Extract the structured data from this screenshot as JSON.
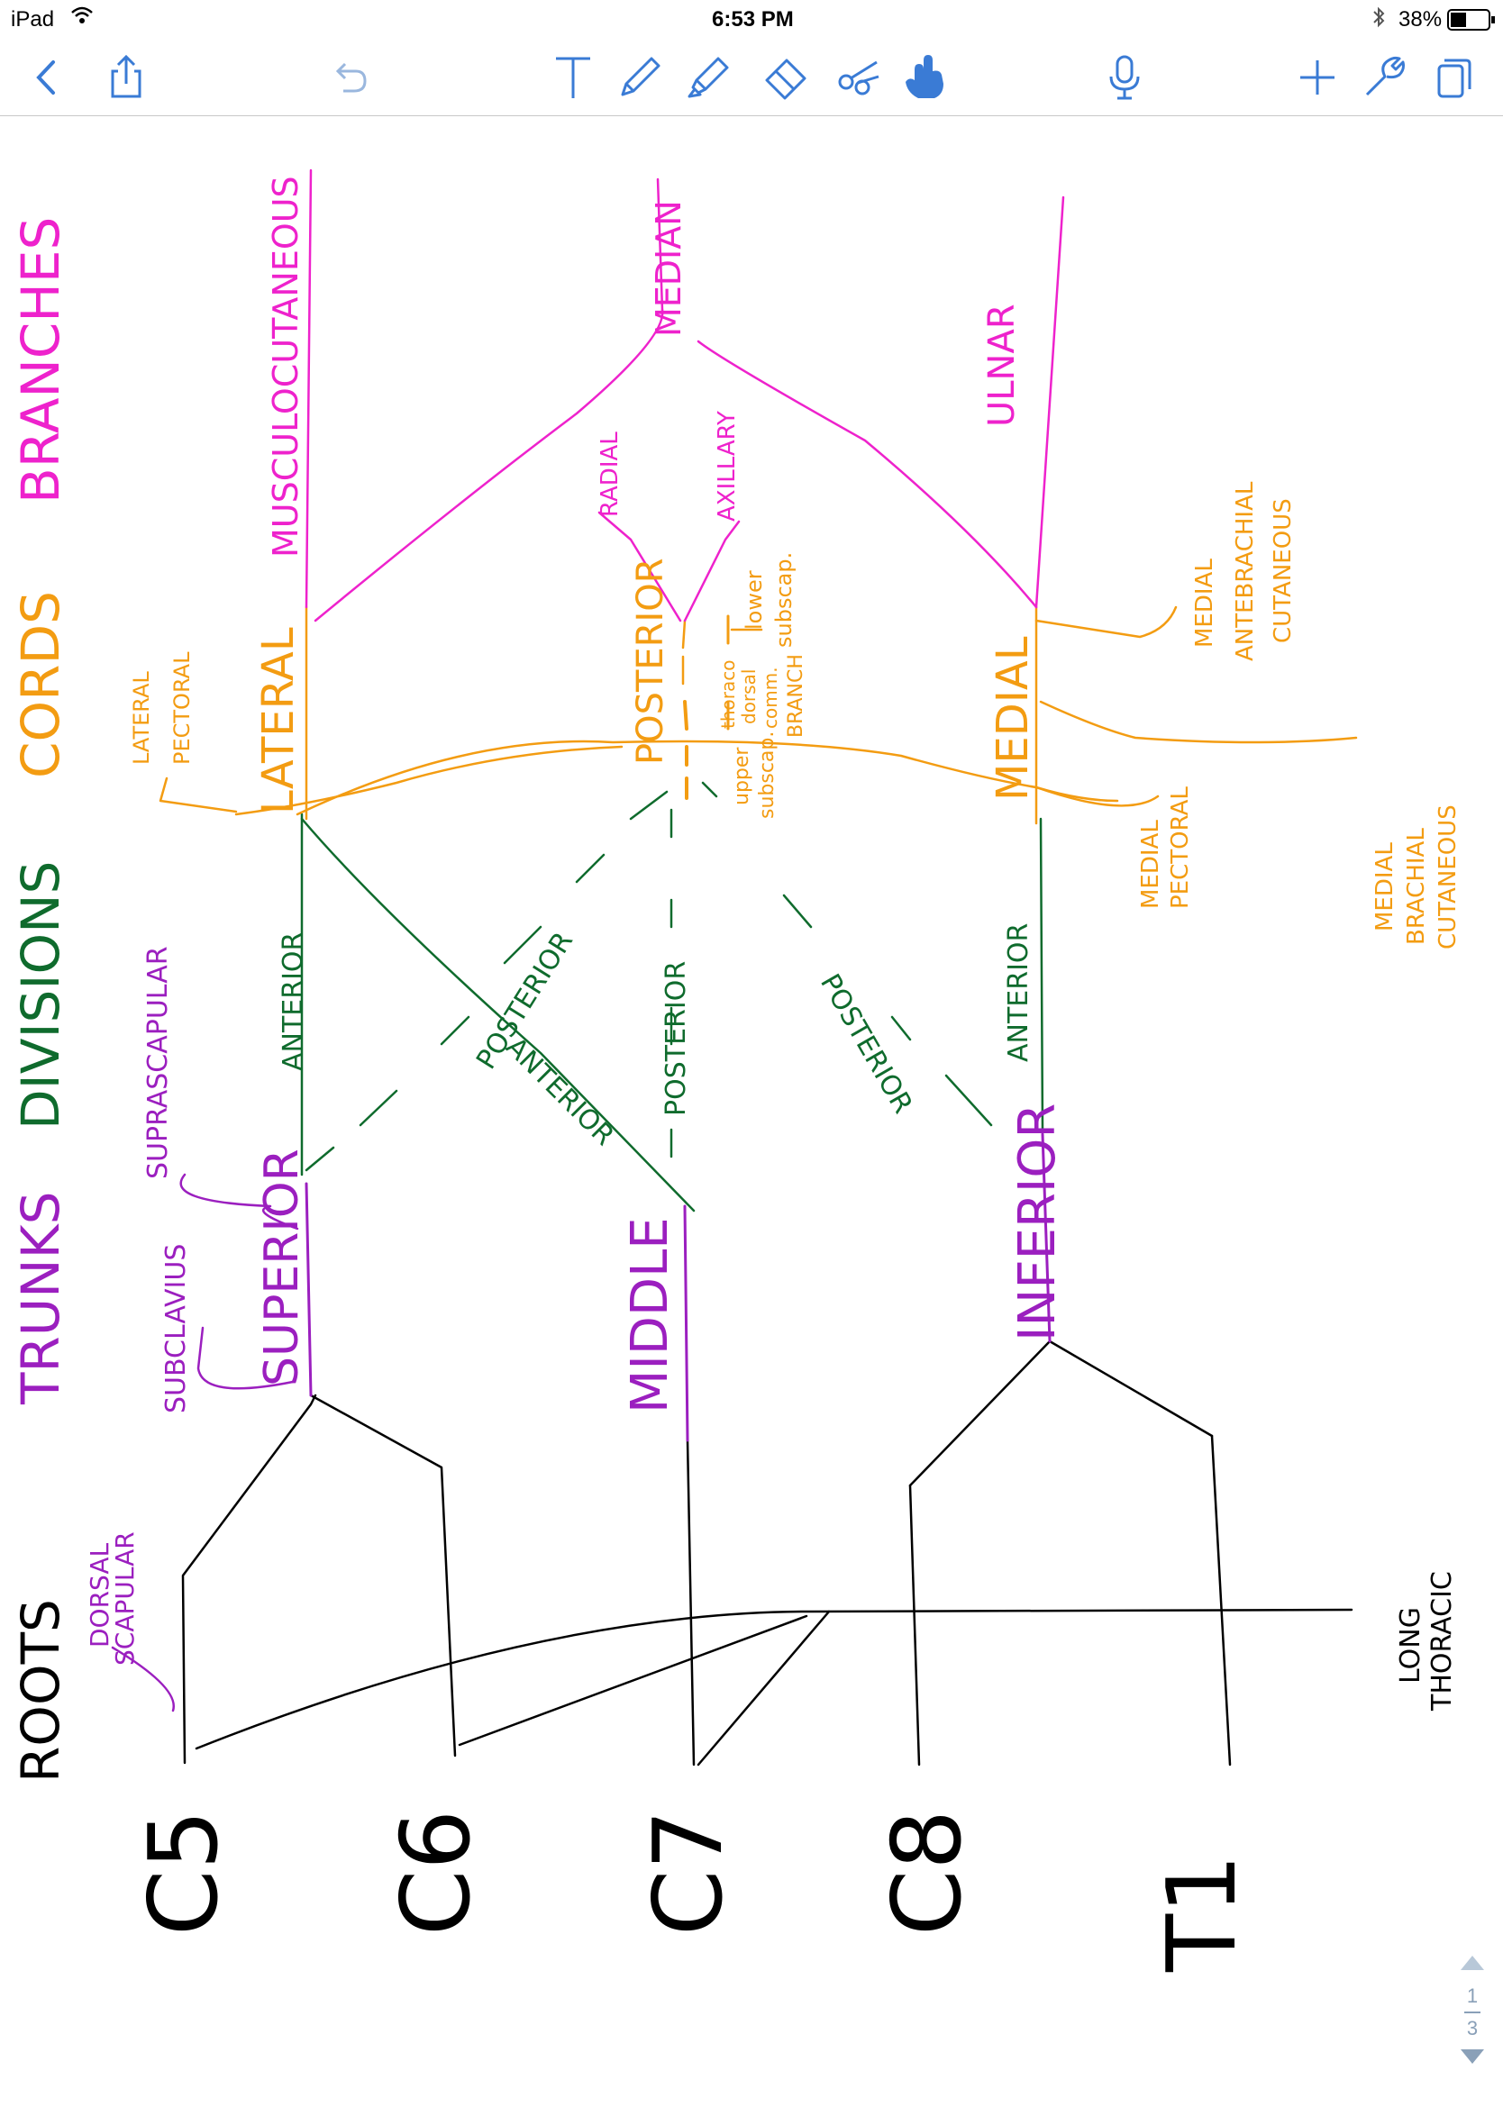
{
  "status_bar": {
    "device": "iPad",
    "time": "6:53 PM",
    "battery": "38%"
  },
  "toolbar": {
    "icons": [
      "back-chevron-icon",
      "share-icon",
      "undo-icon",
      "text-tool-icon",
      "pen-tool-icon",
      "highlighter-tool-icon",
      "eraser-tool-icon",
      "lasso-scissors-icon",
      "hand-finger-icon",
      "microphone-icon",
      "add-icon",
      "wrench-icon",
      "pages-icon"
    ],
    "accent_color": "#3a7bd5"
  },
  "colors": {
    "roots": "#000000",
    "trunks": "#9b1fbf",
    "divisions": "#0f6b2d",
    "cords": "#f39c12",
    "branches": "#ee22cc"
  },
  "headings": {
    "roots": "ROOTS",
    "trunks": "TRUNKS",
    "divisions": "DIVISIONS",
    "cords": "CORDS",
    "branches": "BRANCHES"
  },
  "roots": {
    "c5": "C5",
    "c6": "C6",
    "c7": "C7",
    "c8": "C8",
    "t1": "T1",
    "dorsal_scapular_1": "DORSAL",
    "dorsal_scapular_2": "SCAPULAR",
    "long_thoracic_1": "LONG",
    "long_thoracic_2": "THORACIC"
  },
  "trunks": {
    "superior": "SUPERIOR",
    "middle": "MIDDLE",
    "inferior": "INFERIOR",
    "subclavius": "SUBCLAVIUS",
    "suprascapular": "SUPRASCAPULAR"
  },
  "divisions": {
    "anterior_sup": "ANTERIOR",
    "posterior_sup": "POSTERIOR",
    "anterior_mid": "ANTERIOR",
    "posterior_mid": "POSTERIOR",
    "posterior_inf": "POSTERIOR",
    "anterior_inf": "ANTERIOR"
  },
  "cords": {
    "lateral": "LATERAL",
    "posterior": "POSTERIOR",
    "medial": "MEDIAL",
    "lateral_pectoral_1": "LATERAL",
    "lateral_pectoral_2": "PECTORAL",
    "upper_subscap_1": "upper",
    "upper_subscap_2": "subscap.",
    "thoracodorsal_1": "thoraco",
    "thoracodorsal_2": "dorsal",
    "thoracodorsal_3": "comm.",
    "thoracodorsal_4": "BRANCH",
    "lower_subscap_1": "lower",
    "lower_subscap_2": "subscap.",
    "medial_pectoral_1": "MEDIAL",
    "medial_pectoral_2": "PECTORAL",
    "medial_brachial_1": "MEDIAL",
    "medial_brachial_2": "BRACHIAL",
    "medial_brachial_3": "CUTANEOUS",
    "medial_antebrachial_1": "MEDIAL",
    "medial_antebrachial_2": "ANTEBRACHIAL",
    "medial_antebrachial_3": "CUTANEOUS"
  },
  "branches": {
    "musculocutaneous": "MUSCULOCUTANEOUS",
    "median": "MEDIAN",
    "radial": "RADIAL",
    "axillary": "AXILLARY",
    "ulnar": "ULNAR"
  },
  "pager": {
    "current": "1",
    "total": "3"
  }
}
